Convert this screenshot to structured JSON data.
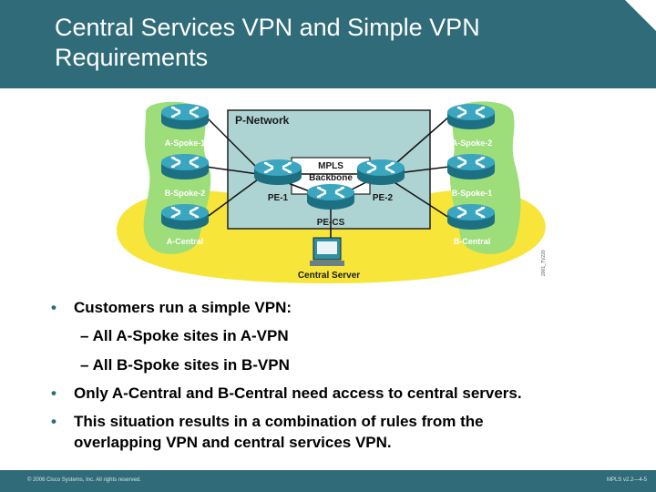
{
  "slide": {
    "title_line1": "Central Services VPN and Simple VPN",
    "title_line2": "Requirements",
    "copyright": "© 2006 Cisco Systems, Inc. All rights reserved.",
    "slide_id": "MPLS v2.2—4-5"
  },
  "diagram": {
    "p_network": "P-Network",
    "backbone_line1": "MPLS",
    "backbone_line2": "Backbone",
    "pe1": "PE-1",
    "pe2": "PE-2",
    "pecs": "PE-CS",
    "a_spoke_1": "A-Spoke-1",
    "b_spoke_2": "B-Spoke-2",
    "a_central": "A-Central",
    "a_spoke_2": "A-Spoke-2",
    "b_spoke_1": "B-Spoke-1",
    "b_central": "B-Central",
    "central_server": "Central Server",
    "figure_id": "2001_TV220",
    "colors": {
      "p_network_fill": "#aed3d3",
      "green_cloud": "#9ddd7a",
      "yellow_cloud": "#f7e53a",
      "router": "#2f8fa6"
    }
  },
  "bullets": [
    {
      "text": "Customers run a simple VPN:",
      "level": 1
    },
    {
      "text": "All A-Spoke sites in A-VPN",
      "level": 2
    },
    {
      "text": "All B-Spoke sites in B-VPN",
      "level": 2
    },
    {
      "text": "Only A-Central and B-Central need access to central servers.",
      "level": 1
    },
    {
      "text": "This situation results in a combination of rules from the",
      "text2": "overlapping VPN and central services VPN.",
      "level": 1
    }
  ]
}
